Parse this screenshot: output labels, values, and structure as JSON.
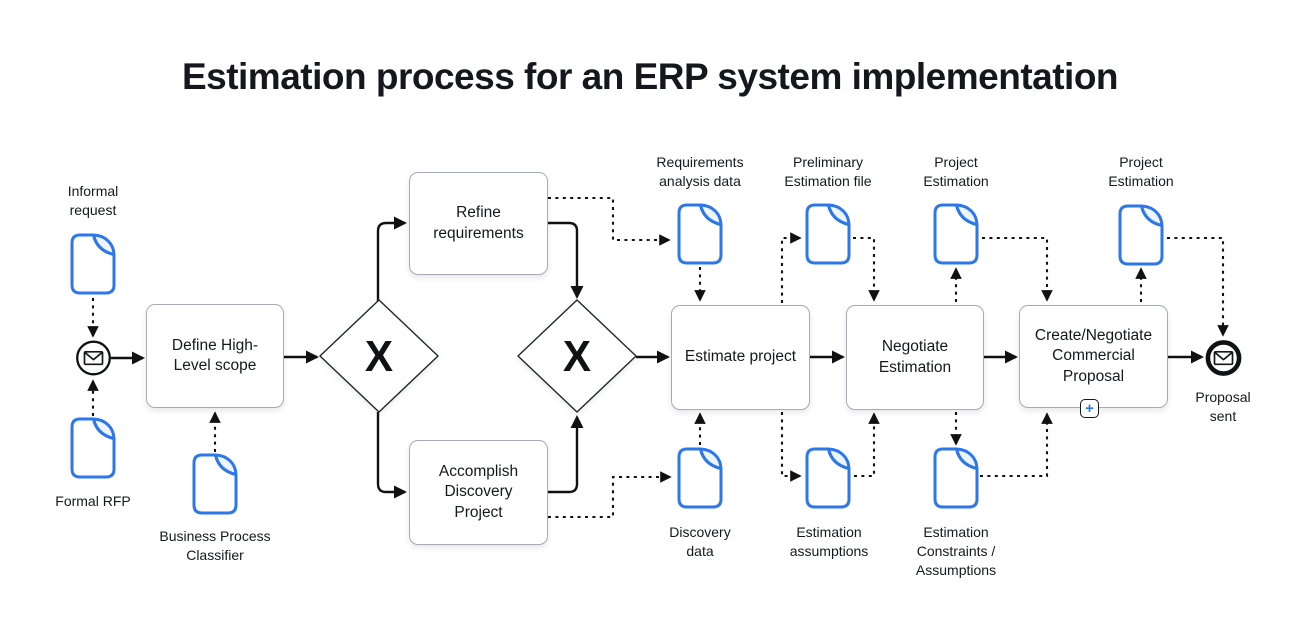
{
  "title": "Estimation process for an ERP system implementation",
  "colors": {
    "accent_blue": "#2e77e8",
    "doc_flap_fill": "#eef4fe",
    "line_black": "#111111",
    "box_border": "#a6abb5",
    "text_dark": "#15181e"
  },
  "tasks": {
    "define_scope": {
      "label": "Define High-\nLevel scope"
    },
    "refine_requirements": {
      "label": "Refine\nrequirements"
    },
    "accomplish_discovery": {
      "label": "Accomplish\nDiscovery\nProject"
    },
    "estimate_project": {
      "label": "Estimate project"
    },
    "negotiate_estimation": {
      "label": "Negotiate\nEstimation"
    },
    "create_proposal": {
      "label": "Create/Negotiate\nCommercial\nProposal",
      "subprocess_marker": "+"
    }
  },
  "gateways": {
    "gateway1": {
      "label": "X"
    },
    "gateway2": {
      "label": "X"
    }
  },
  "events": {
    "start": {
      "icon": "envelope-icon"
    },
    "end": {
      "icon": "envelope-icon",
      "label": "Proposal\nsent"
    }
  },
  "artifacts": {
    "informal_request": {
      "label": "Informal\nrequest",
      "icon": "document-icon"
    },
    "formal_rfp": {
      "label": "Formal RFP",
      "icon": "document-icon"
    },
    "business_process_classifier": {
      "label": "Business Process\nClassifier",
      "icon": "document-icon"
    },
    "requirements_analysis_data": {
      "label": "Requirements\nanalysis data",
      "icon": "document-icon"
    },
    "preliminary_estimation_file": {
      "label": "Preliminary\nEstimation file",
      "icon": "document-icon"
    },
    "project_estimation_mid": {
      "label": "Project\nEstimation",
      "icon": "document-icon"
    },
    "project_estimation_final": {
      "label": "Project\nEstimation",
      "icon": "document-icon"
    },
    "discovery_data": {
      "label": "Discovery\ndata",
      "icon": "document-icon"
    },
    "estimation_assumptions": {
      "label": "Estimation\nassumptions",
      "icon": "document-icon"
    },
    "estimation_constraints": {
      "label": "Estimation\nConstraints /\nAssumptions",
      "icon": "document-icon"
    }
  }
}
